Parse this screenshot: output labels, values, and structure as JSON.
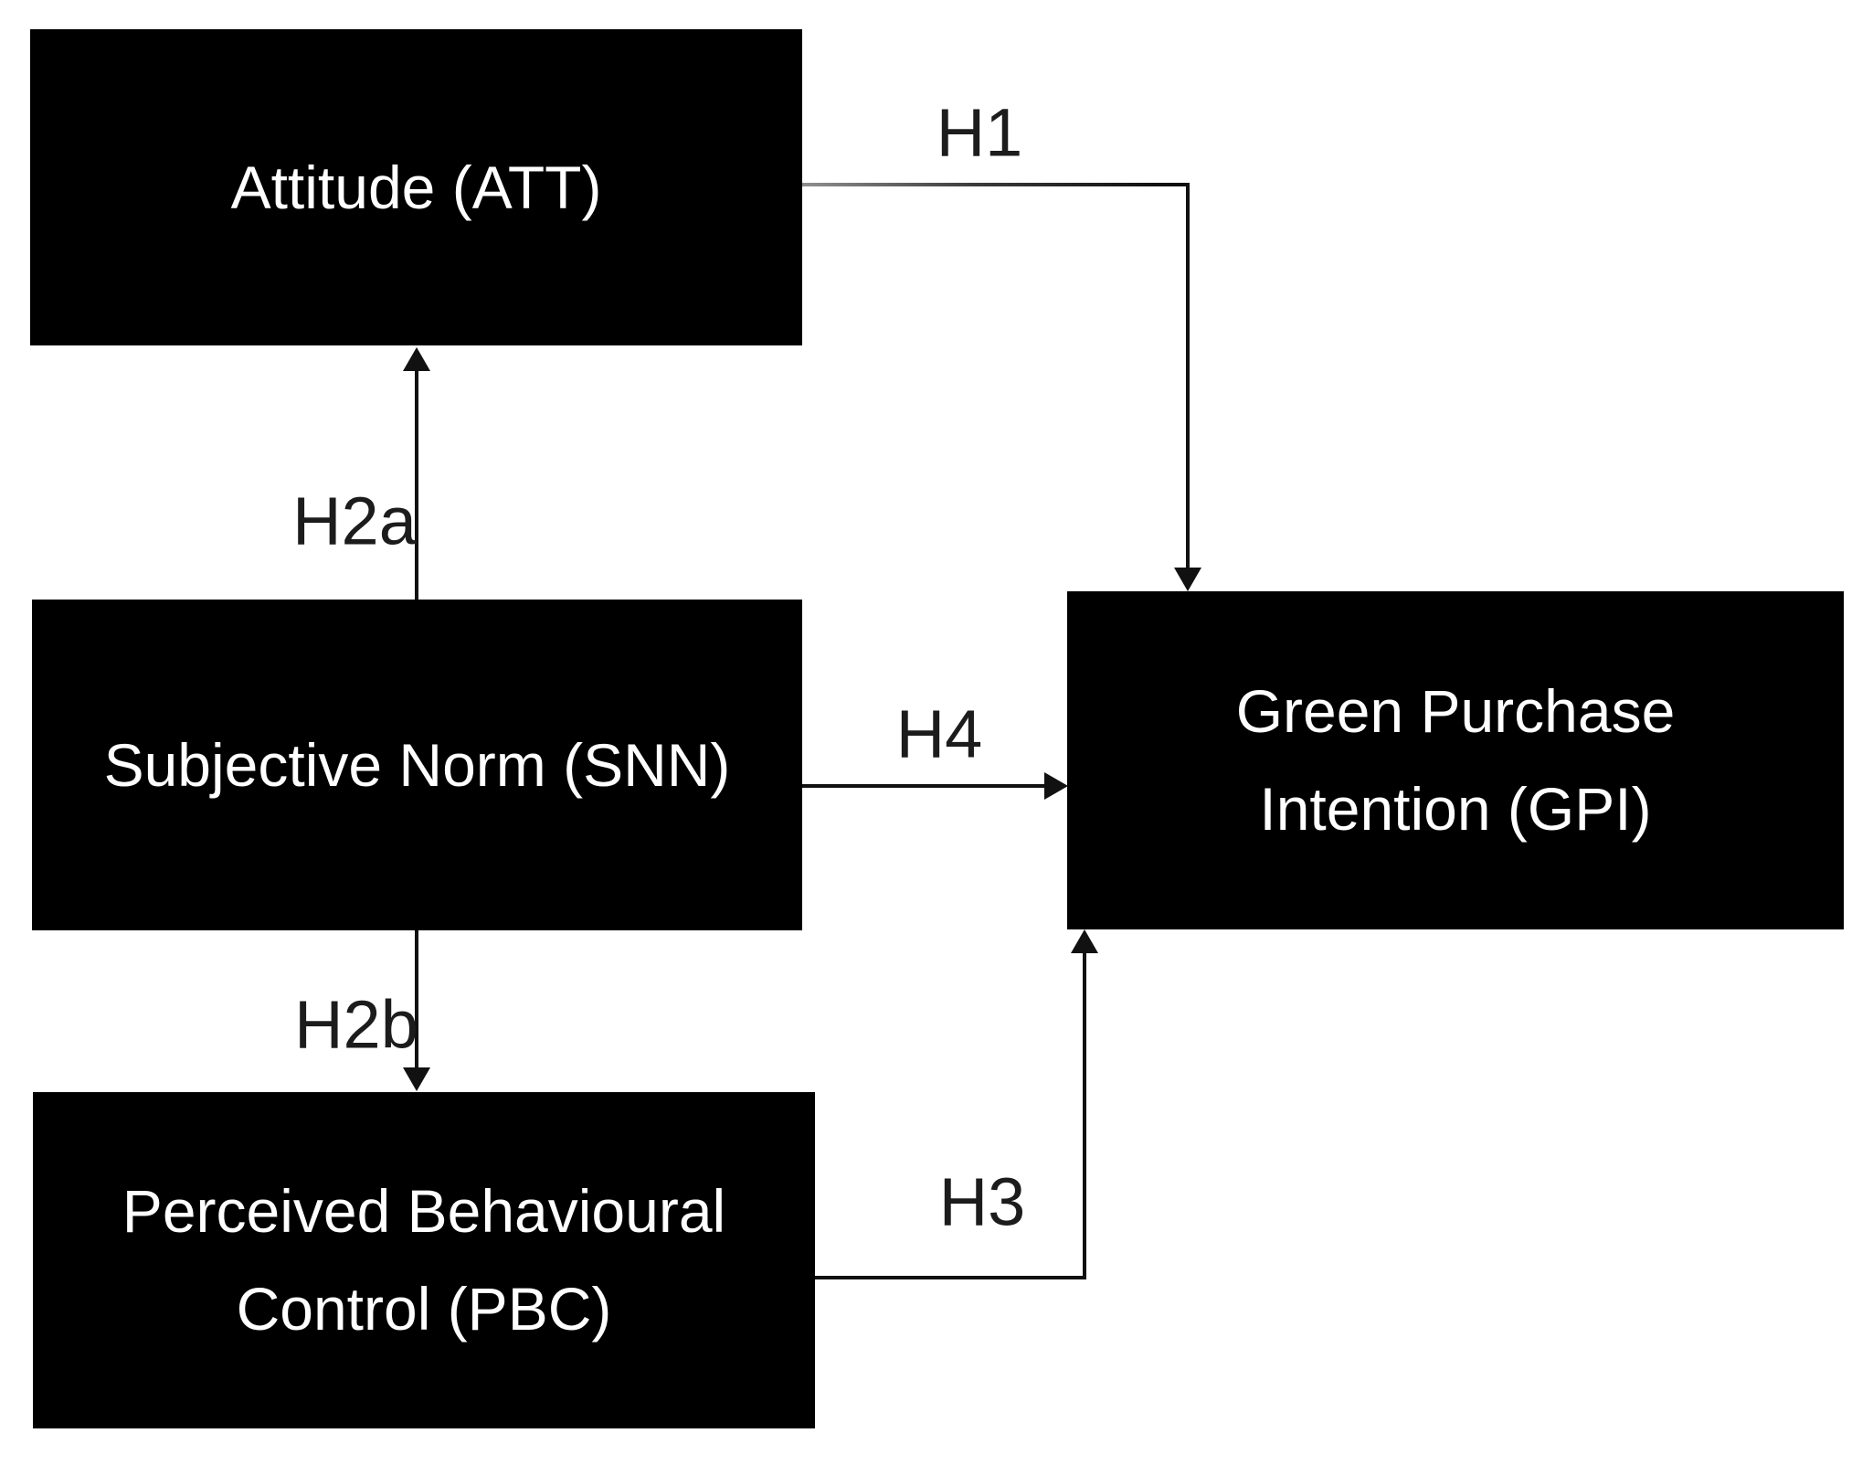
{
  "figure": {
    "type": "path-model-diagram",
    "description_visible": false
  },
  "nodes": {
    "att": {
      "label": "Attitude (ATT)"
    },
    "snn": {
      "label": "Subjective Norm (SNN)"
    },
    "pbc": {
      "label": "Perceived Behavioural\nControl (PBC)"
    },
    "gpi": {
      "label": "Green Purchase\nIntention (GPI)"
    }
  },
  "edges": {
    "h1": {
      "label": "H1",
      "from": "Attitude (ATT)",
      "to": "Green Purchase Intention (GPI)"
    },
    "h2a": {
      "label": "H2a",
      "from": "Subjective Norm (SNN)",
      "to": "Attitude (ATT)"
    },
    "h2b": {
      "label": "H2b",
      "from": "Subjective Norm (SNN)",
      "to": "Perceived Behavioural Control (PBC)"
    },
    "h3": {
      "label": "H3",
      "from": "Perceived Behavioural Control (PBC)",
      "to": "Green Purchase Intention (GPI)"
    },
    "h4": {
      "label": "H4",
      "from": "Subjective Norm (SNN)",
      "to": "Green Purchase Intention (GPI)"
    }
  },
  "colors": {
    "node_fill": "#000000",
    "node_text": "#ffffff",
    "arrow": "#111111",
    "edge_label_text": "#1c1c1c",
    "background": "#ffffff"
  }
}
